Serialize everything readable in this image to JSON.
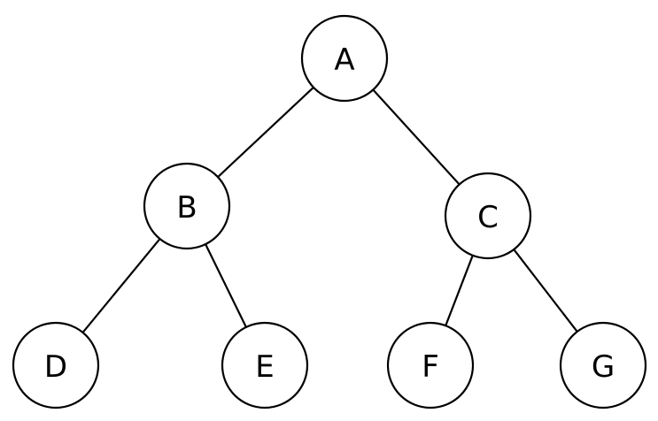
{
  "diagram": {
    "type": "binary-tree",
    "colors": {
      "stroke": "#000000",
      "fill": "#ffffff",
      "text": "#000000"
    },
    "nodes": [
      {
        "id": "A",
        "label": "A"
      },
      {
        "id": "B",
        "label": "B"
      },
      {
        "id": "C",
        "label": "C"
      },
      {
        "id": "D",
        "label": "D"
      },
      {
        "id": "E",
        "label": "E"
      },
      {
        "id": "F",
        "label": "F"
      },
      {
        "id": "G",
        "label": "G"
      }
    ],
    "edges": [
      {
        "from": "A",
        "to": "B"
      },
      {
        "from": "A",
        "to": "C"
      },
      {
        "from": "B",
        "to": "D"
      },
      {
        "from": "B",
        "to": "E"
      },
      {
        "from": "C",
        "to": "F"
      },
      {
        "from": "C",
        "to": "G"
      }
    ]
  }
}
